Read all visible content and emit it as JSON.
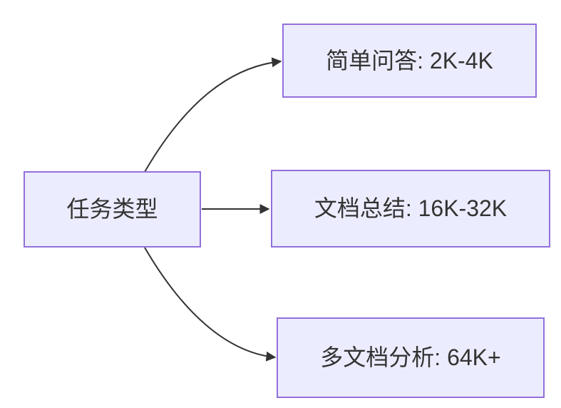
{
  "diagram": {
    "type": "flowchart",
    "direction": "LR",
    "colors": {
      "background": "#FFFFFF",
      "node_fill": "#ECECFF",
      "node_border": "#9370DB",
      "edge": "#333333",
      "text": "#333333"
    },
    "nodes": {
      "root": {
        "label": "任务类型"
      },
      "branch_top": {
        "label": "简单问答: 2K-4K"
      },
      "branch_middle": {
        "label": "文档总结: 16K-32K"
      },
      "branch_bottom": {
        "label": "多文档分析: 64K+"
      }
    },
    "edges": [
      {
        "from": "任务类型",
        "to": "简单问答: 2K-4K",
        "style": "curved-up"
      },
      {
        "from": "任务类型",
        "to": "文档总结: 16K-32K",
        "style": "straight"
      },
      {
        "from": "任务类型",
        "to": "多文档分析: 64K+",
        "style": "curved-down"
      }
    ]
  }
}
